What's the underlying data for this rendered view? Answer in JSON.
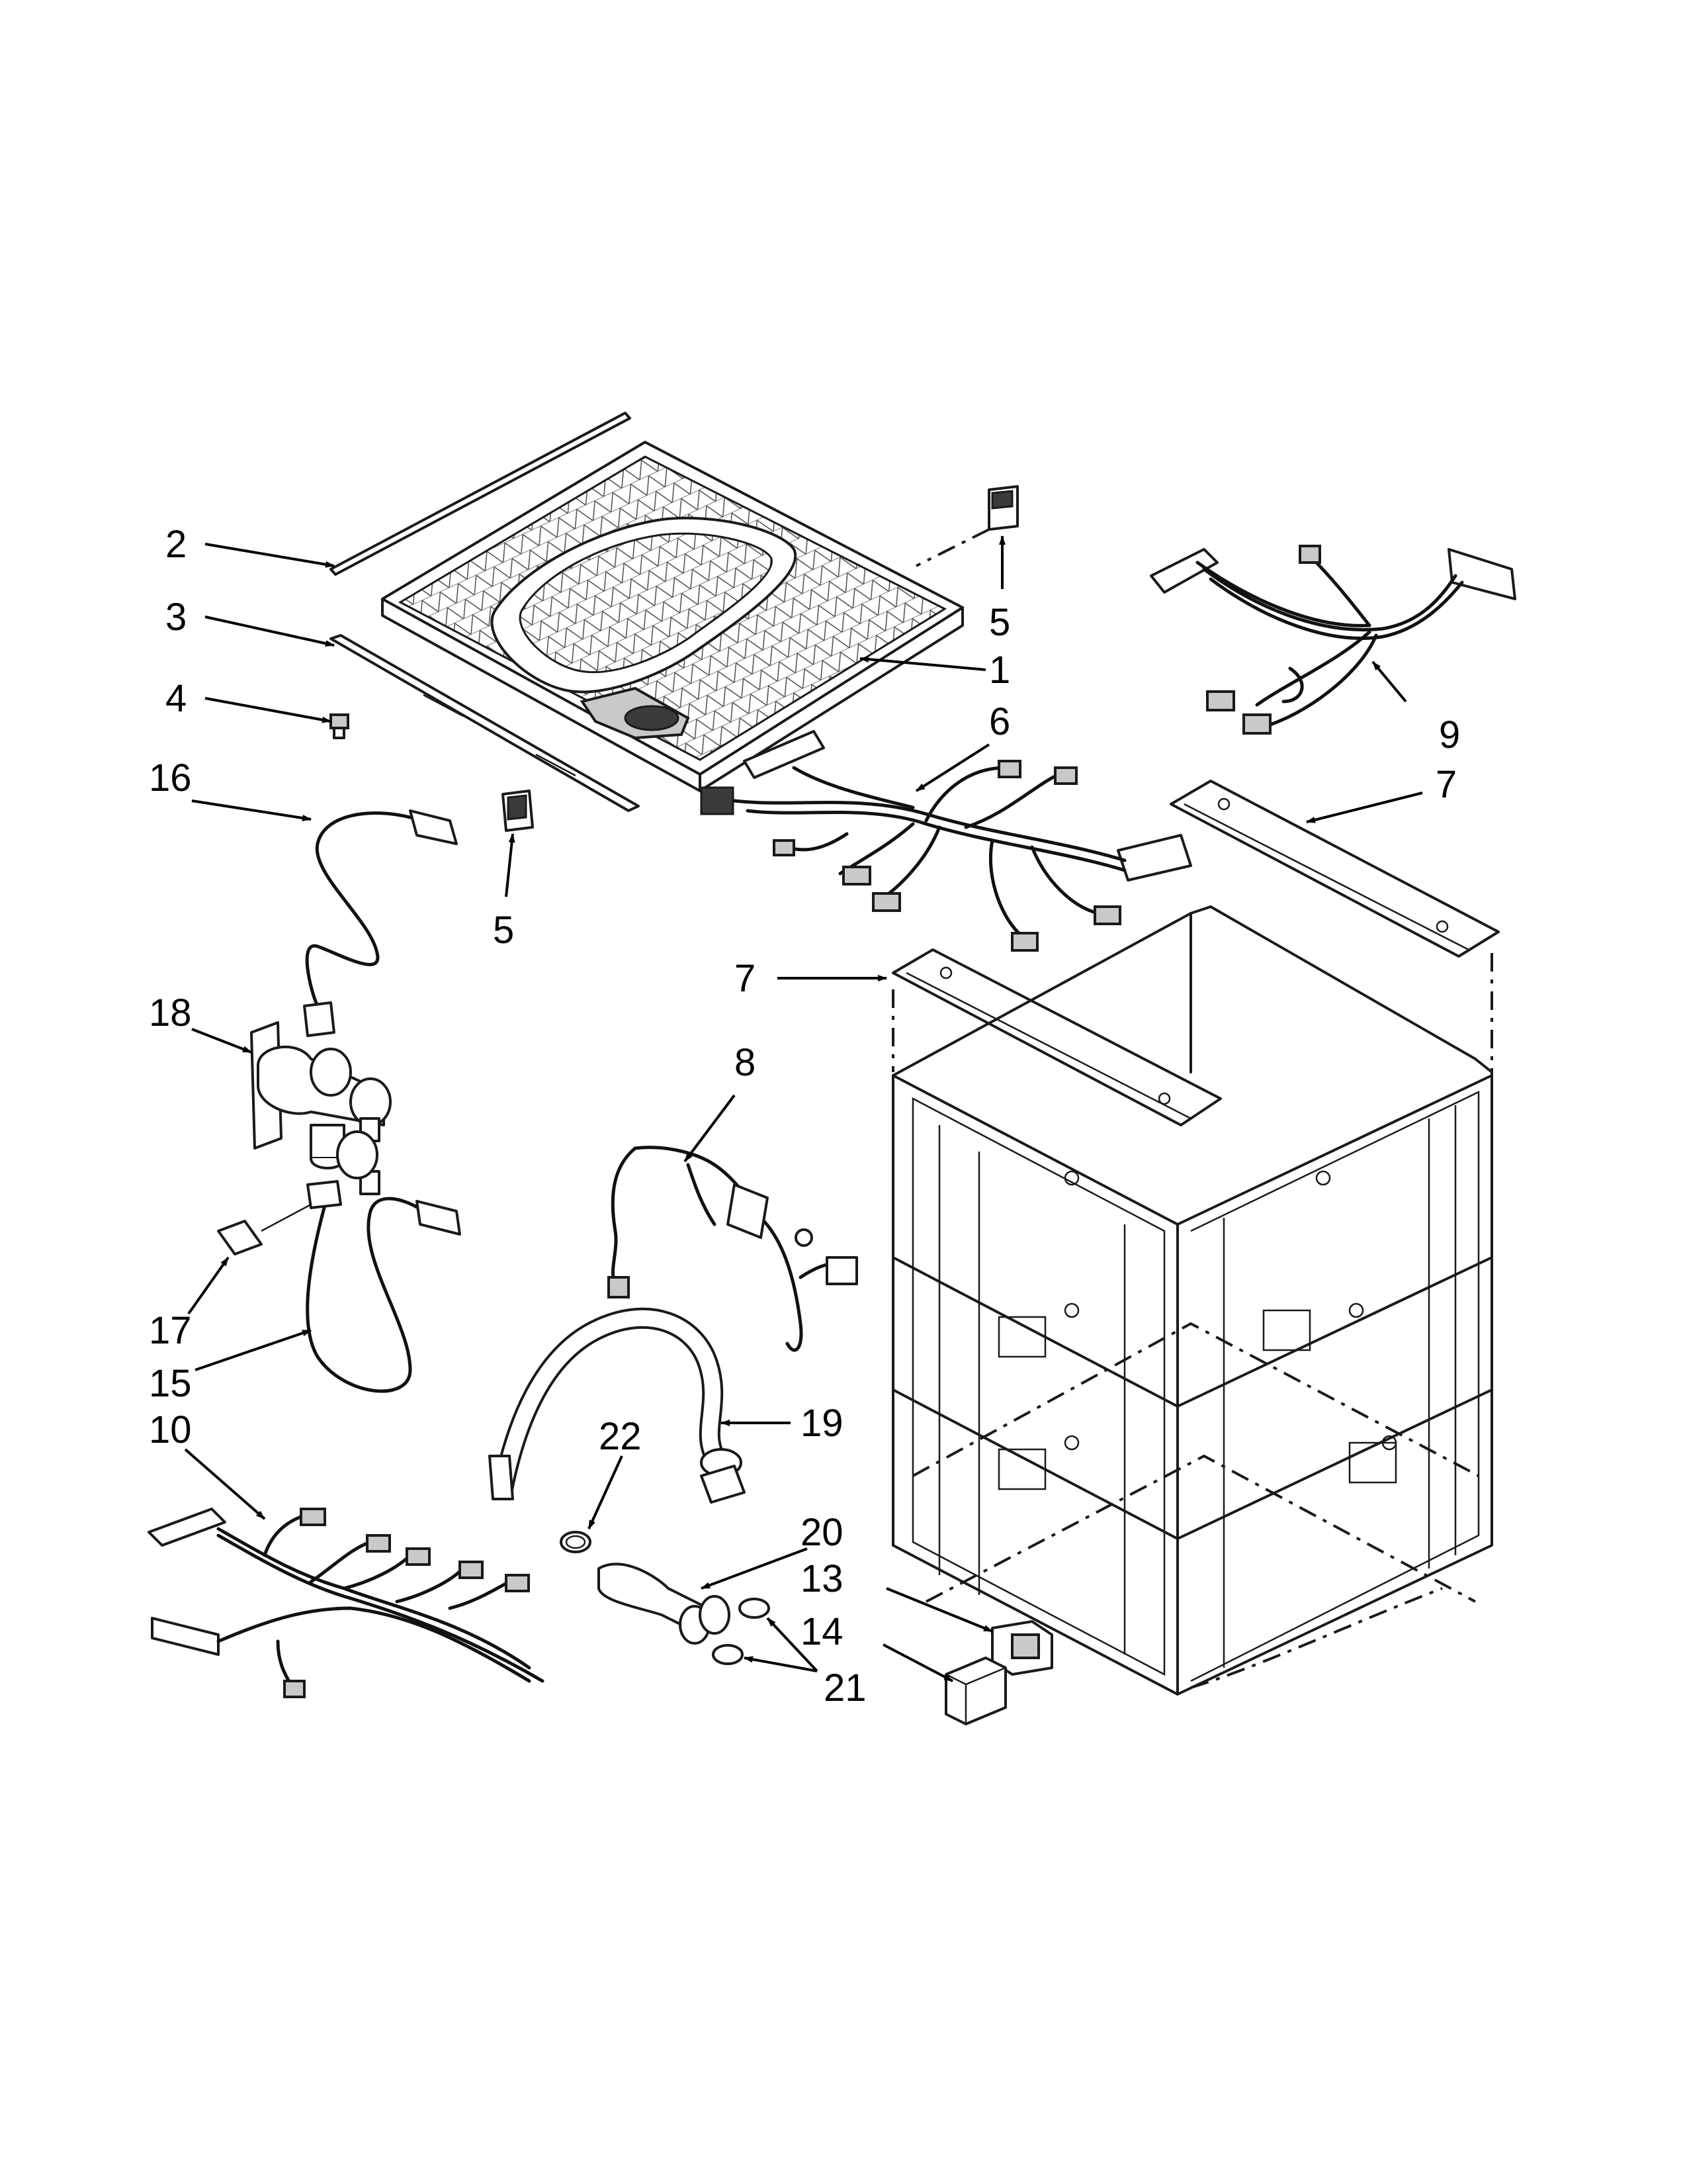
{
  "callouts": [
    {
      "id": "c1",
      "label": "1"
    },
    {
      "id": "c2",
      "label": "2"
    },
    {
      "id": "c3",
      "label": "3"
    },
    {
      "id": "c4",
      "label": "4"
    },
    {
      "id": "c5a",
      "label": "5"
    },
    {
      "id": "c5b",
      "label": "5"
    },
    {
      "id": "c6",
      "label": "6"
    },
    {
      "id": "c7a",
      "label": "7"
    },
    {
      "id": "c7b",
      "label": "7"
    },
    {
      "id": "c8",
      "label": "8"
    },
    {
      "id": "c9",
      "label": "9"
    },
    {
      "id": "c10",
      "label": "10"
    },
    {
      "id": "c13",
      "label": "13"
    },
    {
      "id": "c14",
      "label": "14"
    },
    {
      "id": "c15",
      "label": "15"
    },
    {
      "id": "c16",
      "label": "16"
    },
    {
      "id": "c17",
      "label": "17"
    },
    {
      "id": "c18",
      "label": "18"
    },
    {
      "id": "c19",
      "label": "19"
    },
    {
      "id": "c20",
      "label": "20"
    },
    {
      "id": "c21",
      "label": "21"
    },
    {
      "id": "c22",
      "label": "22"
    }
  ]
}
